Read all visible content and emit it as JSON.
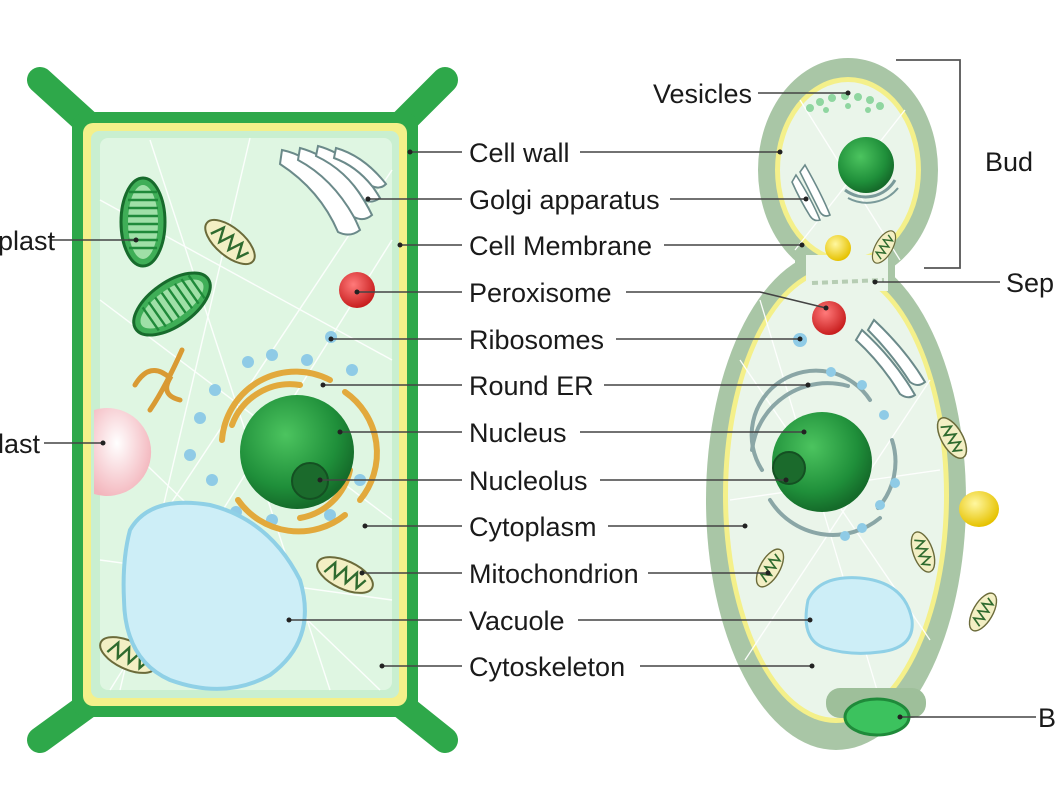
{
  "labels": {
    "cell_wall": "Cell wall",
    "golgi": "Golgi apparatus",
    "cell_membrane": "Cell Membrane",
    "peroxisome": "Peroxisome",
    "ribosomes": "Ribosomes",
    "round_er": "Round ER",
    "nucleus": "Nucleus",
    "nucleolus": "Nucleolus",
    "cytoplasm": "Cytoplasm",
    "mitochondrion": "Mitochondrion",
    "vacuole": "Vacuole",
    "cytoskeleton": "Cytoskeleton",
    "vesicles": "Vesicles",
    "bud": "Bud",
    "chloroplast_partial": "plast",
    "amyloplast_partial": "last",
    "septum_partial": "Sep",
    "bud_scar_partial": "B"
  },
  "colors": {
    "cell_wall": "#2ea84a",
    "cytoplasm": "#d3f2d7",
    "membrane": "#f4f08a",
    "nucleus": "#1f8f3a",
    "er": "#e2a93c",
    "vacuole": "#c9ecf5",
    "peroxisome": "#e23b3b",
    "ribosome": "#8fcbe6",
    "yeast_wall": "#a9c6a6",
    "yeast_body": "#eaf5ea",
    "yellow_granule": "#f2dd3a"
  }
}
